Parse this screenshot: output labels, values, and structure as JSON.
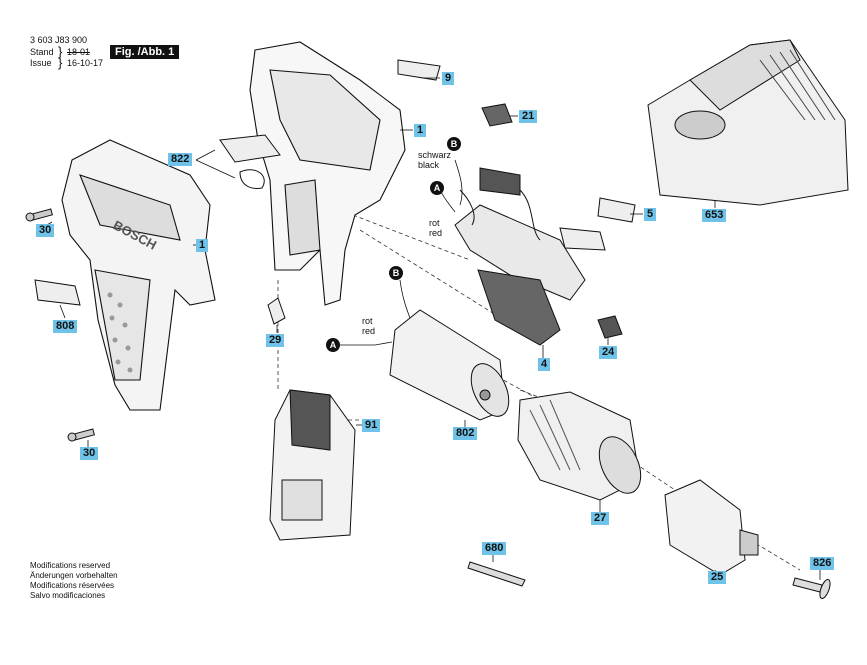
{
  "header": {
    "doc_number": "3 603 J83 900",
    "stand_label": "Stand",
    "stand_value": "18-01",
    "issue_label": "Issue",
    "issue_value": "16-10-17",
    "figure_label": "Fig. /Abb. 1"
  },
  "part_tags": {
    "p9": "9",
    "p1a": "1",
    "p1b": "1",
    "p822": "822",
    "p21": "21",
    "p5": "5",
    "p653": "653",
    "p30a": "30",
    "p30b": "30",
    "p808": "808",
    "p29": "29",
    "p4": "4",
    "p24": "24",
    "p91": "91",
    "p802": "802",
    "p27": "27",
    "p680": "680",
    "p25": "25",
    "p826": "826"
  },
  "wire_labels": {
    "schwarz": "schwarz",
    "black": "black",
    "rot1": "rot",
    "red1": "red",
    "rot2": "rot",
    "red2": "red"
  },
  "connector_markers": {
    "b1": "B",
    "a1": "A",
    "b2": "B",
    "a2": "A"
  },
  "brand_text": "BOSCH",
  "footer": {
    "line1": "Modifications reserved",
    "line2": "Änderungen vorbehalten",
    "line3": "Modifications réservées",
    "line4": "Salvo modificaciones"
  },
  "colors": {
    "tag_background": "#6fc3e8",
    "line": "#111111",
    "part_fill": "#f2f2f2"
  }
}
